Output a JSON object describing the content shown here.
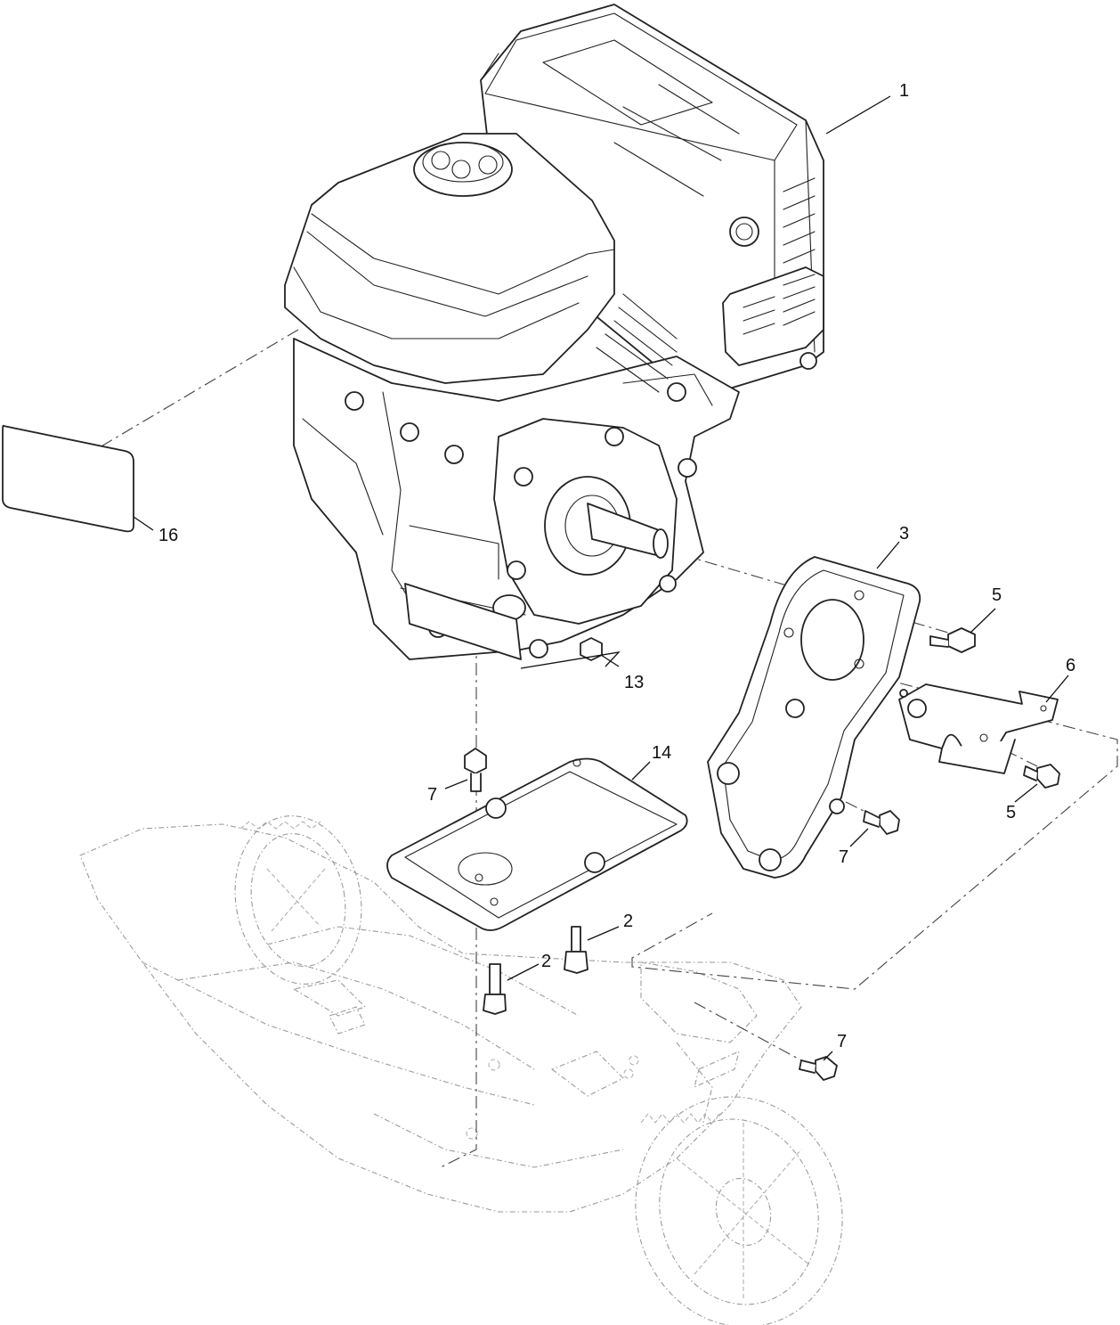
{
  "callouts": [
    {
      "id": "c1",
      "label": "1"
    },
    {
      "id": "c16",
      "label": "16"
    },
    {
      "id": "c3",
      "label": "3"
    },
    {
      "id": "c5a",
      "label": "5"
    },
    {
      "id": "c6",
      "label": "6"
    },
    {
      "id": "c13",
      "label": "13"
    },
    {
      "id": "c14",
      "label": "14"
    },
    {
      "id": "c7a",
      "label": "7"
    },
    {
      "id": "c5b",
      "label": "5"
    },
    {
      "id": "c7b",
      "label": "7"
    },
    {
      "id": "c2a",
      "label": "2"
    },
    {
      "id": "c2b",
      "label": "2"
    },
    {
      "id": "c7c",
      "label": "7"
    }
  ]
}
